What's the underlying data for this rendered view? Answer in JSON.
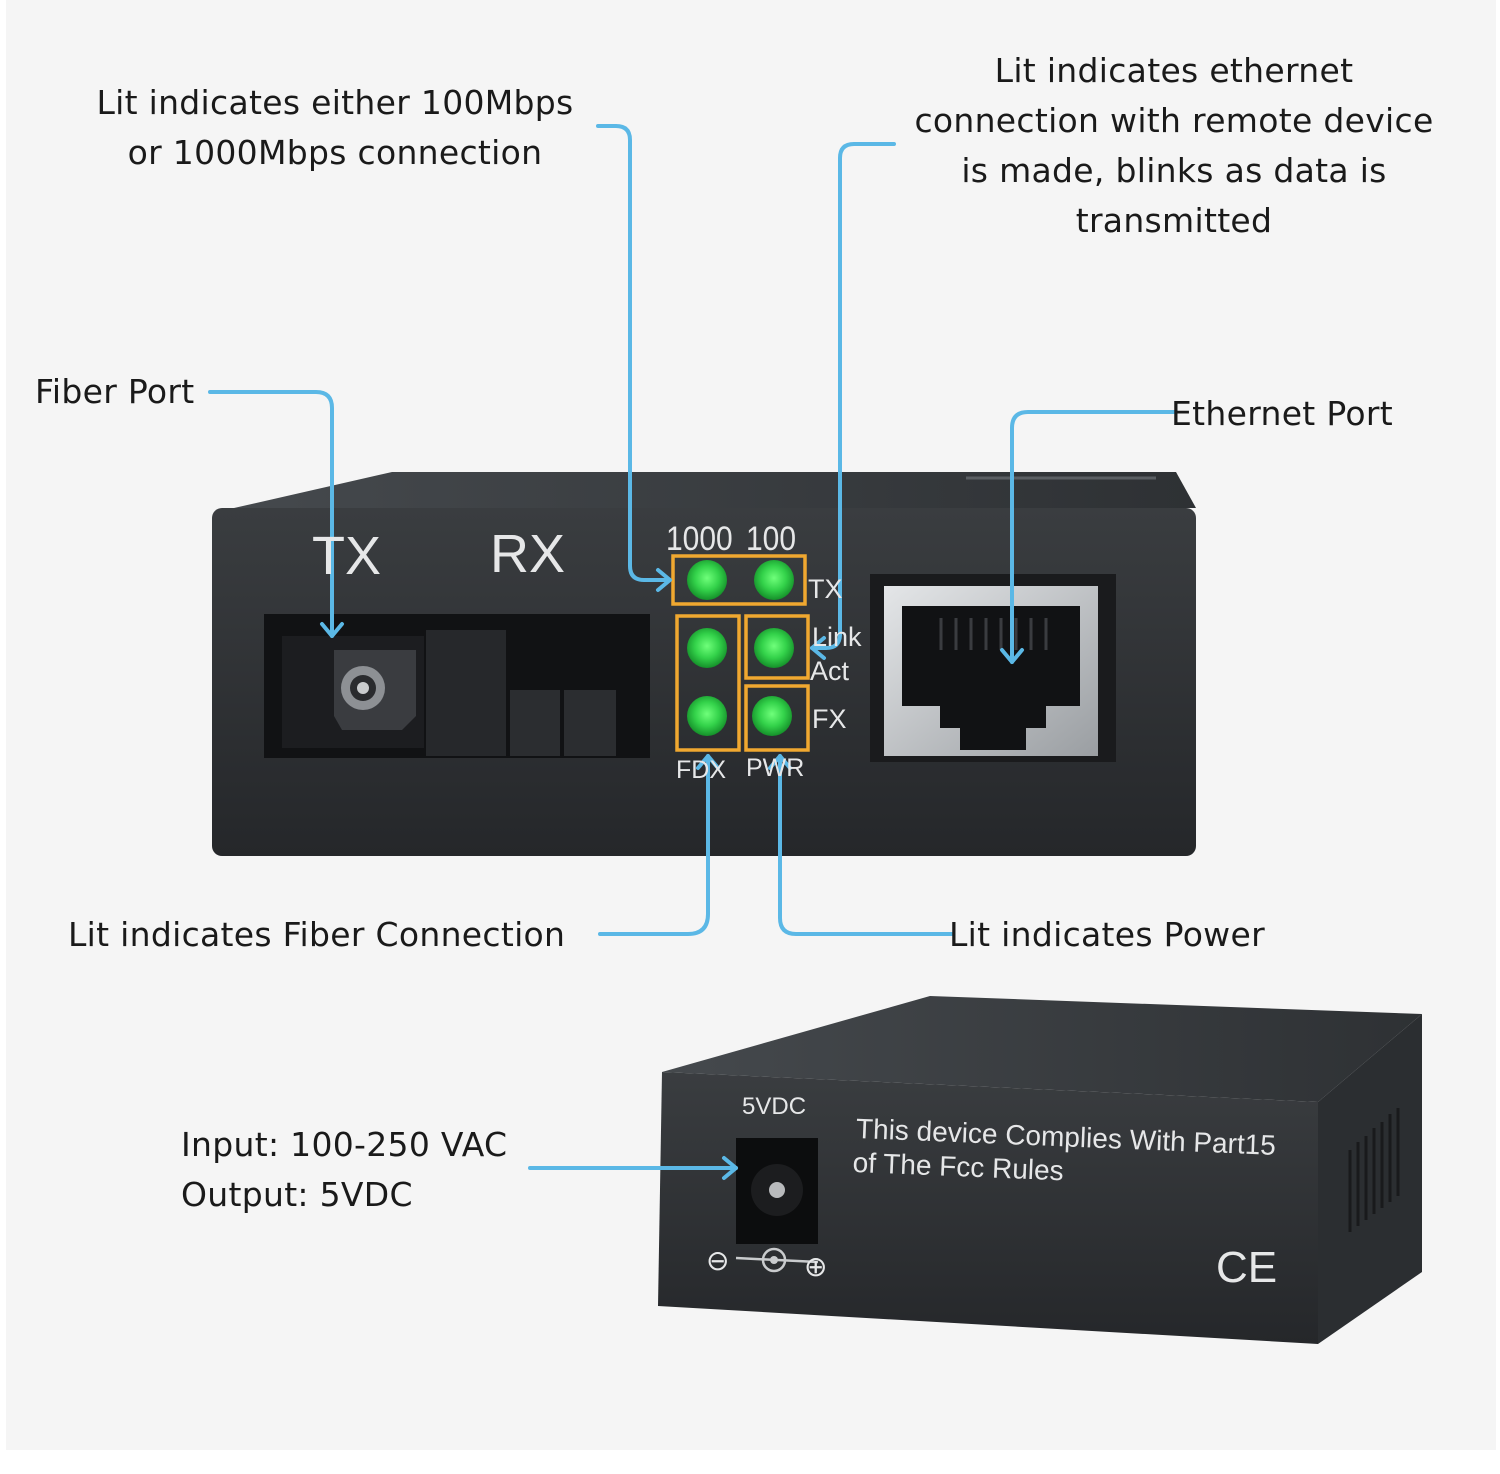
{
  "callouts": {
    "speed": [
      "Lit indicates either 100Mbps",
      "or 1000Mbps connection"
    ],
    "link": [
      "Lit indicates ethernet",
      "connection with remote device",
      "is made, blinks as data is",
      "transmitted"
    ],
    "fiber_port": "Fiber Port",
    "ethernet_port": "Ethernet Port",
    "fiber_connection": "Lit indicates Fiber Connection",
    "power": "Lit indicates Power",
    "io": [
      "Input: 100-250 VAC",
      "Output: 5VDC"
    ]
  },
  "front_panel": {
    "tx": "TX",
    "rx": "RX",
    "led_1000": "1000",
    "led_100": "100",
    "led_tx": "TX",
    "led_link": "Link",
    "led_act": "Act",
    "led_fx": "FX",
    "led_fdx": "FDX",
    "led_pwr": "PWR"
  },
  "back_panel": {
    "dc_label": "5VDC",
    "notice": [
      "This device Complies With Part15",
      "of The Fcc Rules"
    ],
    "ce_mark": "CE",
    "polarity": [
      "⊖",
      "⊕"
    ]
  },
  "colors": {
    "arrow": "#5bb8e6",
    "highlight": "#f0a830",
    "led": "#33d24a",
    "device": "#2d3033"
  }
}
